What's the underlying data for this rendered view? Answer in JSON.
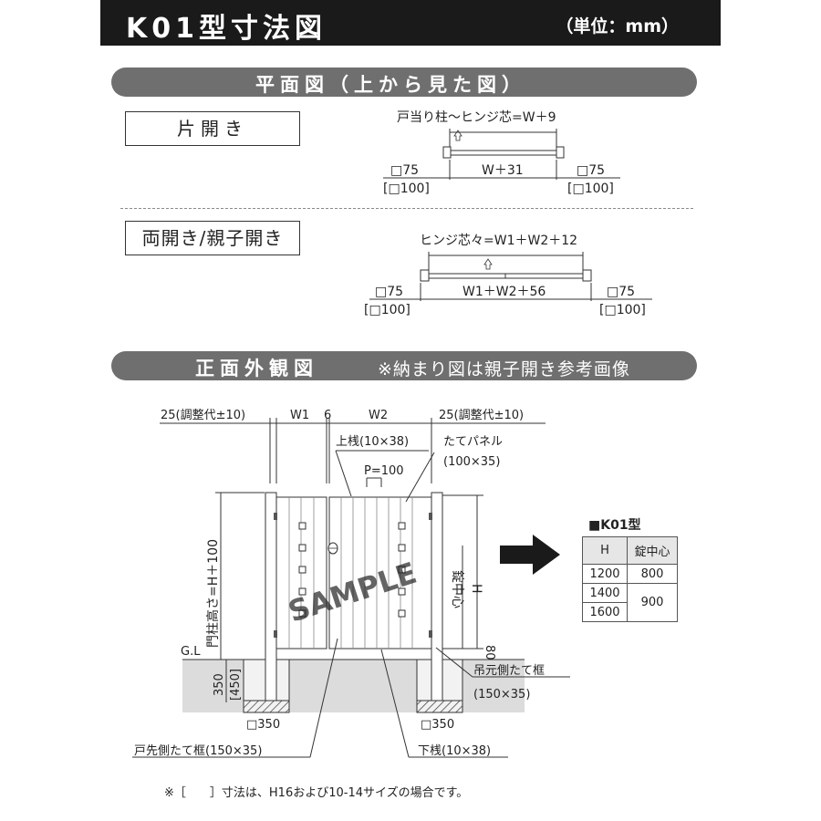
{
  "header": {
    "title": "K01型寸法図",
    "unit": "（単位：mm）"
  },
  "plan": {
    "heading": "平面図（上から見た図）",
    "single": {
      "label": "片開き",
      "top_dim": "戸当り柱～ヒンジ芯=W＋9",
      "mid_dim": "W＋31",
      "post_l": "□75",
      "post_l_alt": "[□100]",
      "post_r": "□75",
      "post_r_alt": "[□100]"
    },
    "double": {
      "label": "両開き/親子開き",
      "top_dim": "ヒンジ芯々=W1＋W2＋12",
      "mid_dim": "W1＋W2＋56",
      "post_l": "□75",
      "post_l_alt": "[□100]",
      "post_r": "□75",
      "post_r_alt": "[□100]"
    }
  },
  "front": {
    "heading": "正面外観図",
    "note": "※納まり図は親子開き参考画像",
    "dims": {
      "adj_left": "25(調整代±10)",
      "w1": "W1",
      "gap": "6",
      "w2": "W2",
      "adj_right": "25(調整代±10)",
      "top_rail": "上桟(10×38)",
      "panel": "たてパネル",
      "panel_size": "(100×35)",
      "pitch": "P=100",
      "post_height": "門柱高さ=H＋100",
      "lock_center": "錠中心",
      "h": "H",
      "bottom_gap": "80",
      "gl": "G.L",
      "embed": "350",
      "embed_alt": "[450]",
      "hinge_frame": "吊元側たて框",
      "hinge_frame_size": "(150×35)",
      "found_l": "□350",
      "found_r": "□350",
      "door_frame": "戸先側たて框(150×35)",
      "bottom_rail": "下桟(10×38)",
      "watermark": "SAMPLE"
    },
    "table": {
      "title": "■K01型",
      "headers": [
        "H",
        "錠中心"
      ],
      "rows": [
        [
          "1200",
          "800"
        ],
        [
          "1400",
          "900"
        ],
        [
          "1600",
          ""
        ]
      ]
    }
  },
  "footnote": "※［　　］寸法は、H16および10-14サイズの場合です。"
}
